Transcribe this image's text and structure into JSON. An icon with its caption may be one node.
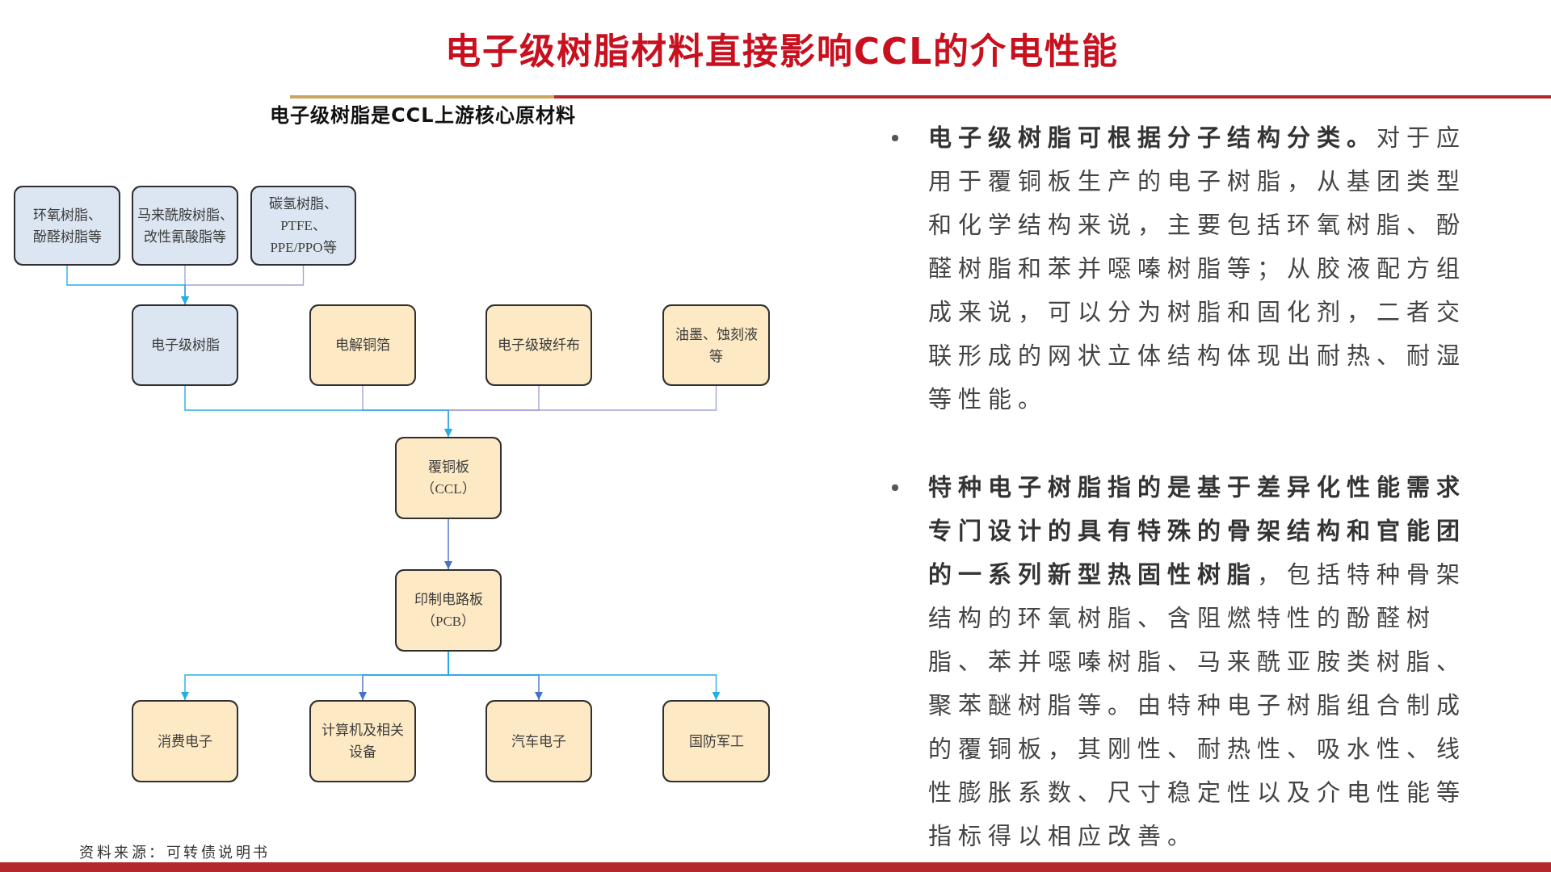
{
  "diagram": {
    "title": "电子级树脂材料直接影响CCL的介电性能",
    "nodes": [
      {
        "text": [
          "环氧树脂、酚醛树脂等"
        ]
      },
      {
        "text": [
          "马来酰胺树脂、改性氰酸脂等"
        ]
      },
      {
        "text": [
          "碳氢树脂、PTFE、PPE/PPO等"
        ]
      },
      {
        "text": [
          "电子级树脂"
        ]
      },
      {
        "text": [
          "电解铜箔"
        ]
      },
      {
        "text": [
          "电子级玻纤布"
        ]
      },
      {
        "text": [
          "油墨、蚀刻液等"
        ]
      },
      {
        "text": [
          "覆铜板（CCL）"
        ]
      },
      {
        "text": [
          "印制电路板（PCB）"
        ]
      },
      {
        "text": [
          "消费电子"
        ]
      },
      {
        "text": [
          "计算机及相关设备"
        ]
      },
      {
        "text": [
          "汽车电子"
        ]
      },
      {
        "text": [
          "国防军工"
        ]
      }
    ],
    "edges": [
      {
        "from": 0,
        "to": 3,
        "arrow": "to",
        "color": "#23aee5"
      },
      {
        "from": 1,
        "to": 3,
        "arrow": "to"
      },
      {
        "from": 2,
        "to": 3,
        "arrow": "to"
      },
      {
        "from": 3,
        "to": 7,
        "arrow": "to",
        "color": "#23aee5"
      },
      {
        "from": 4,
        "to": 7,
        "arrow": "to"
      },
      {
        "from": 5,
        "to": 7,
        "arrow": "to"
      },
      {
        "from": 6,
        "to": 7,
        "arrow": "to"
      },
      {
        "from": 7,
        "to": 8,
        "arrow": "to",
        "color": "#4472c4"
      },
      {
        "from": 8,
        "to": 9,
        "arrow": "to",
        "color": "#23aee5"
      },
      {
        "from": 8,
        "to": 10,
        "arrow": "to",
        "color": "#4472c4"
      },
      {
        "from": 8,
        "to": 11,
        "arrow": "to",
        "color": "#4472c4"
      },
      {
        "from": 8,
        "to": 12,
        "arrow": "to",
        "color": "#23aee5"
      }
    ],
    "labels": [
      "电子级树脂是CCL上游核心原材料",
      "**电子级树脂可根据分子结构分类。**对于应用于覆铜板生产的电子树脂，从基团类型和化学结构来说，主要包括环氧树脂、酚醛树脂和苯并噁嗪树脂等；从胶液配方组成来说，可以分为树脂和固化剂，二者交联形成的网状立体结构体现出耐热、耐湿等性能。",
      "**特种电子树脂指的是基于差异化性能需求专门设计的具有特殊的骨架结构和官能团的一系列新型热固性树脂**，包括特种骨架结构的环氧树脂、含阻燃特性的酚醛树脂、苯并噁嗪树脂、马来酰亚胺类树脂、聚苯醚树脂等。由特种电子树脂组合制成的覆铜板，其刚性、耐热性、吸水性、线性膨胀系数、尺寸稳定性以及介电性能等指标得以相应改善。",
      "资料来源：可转债说明书"
    ]
  }
}
